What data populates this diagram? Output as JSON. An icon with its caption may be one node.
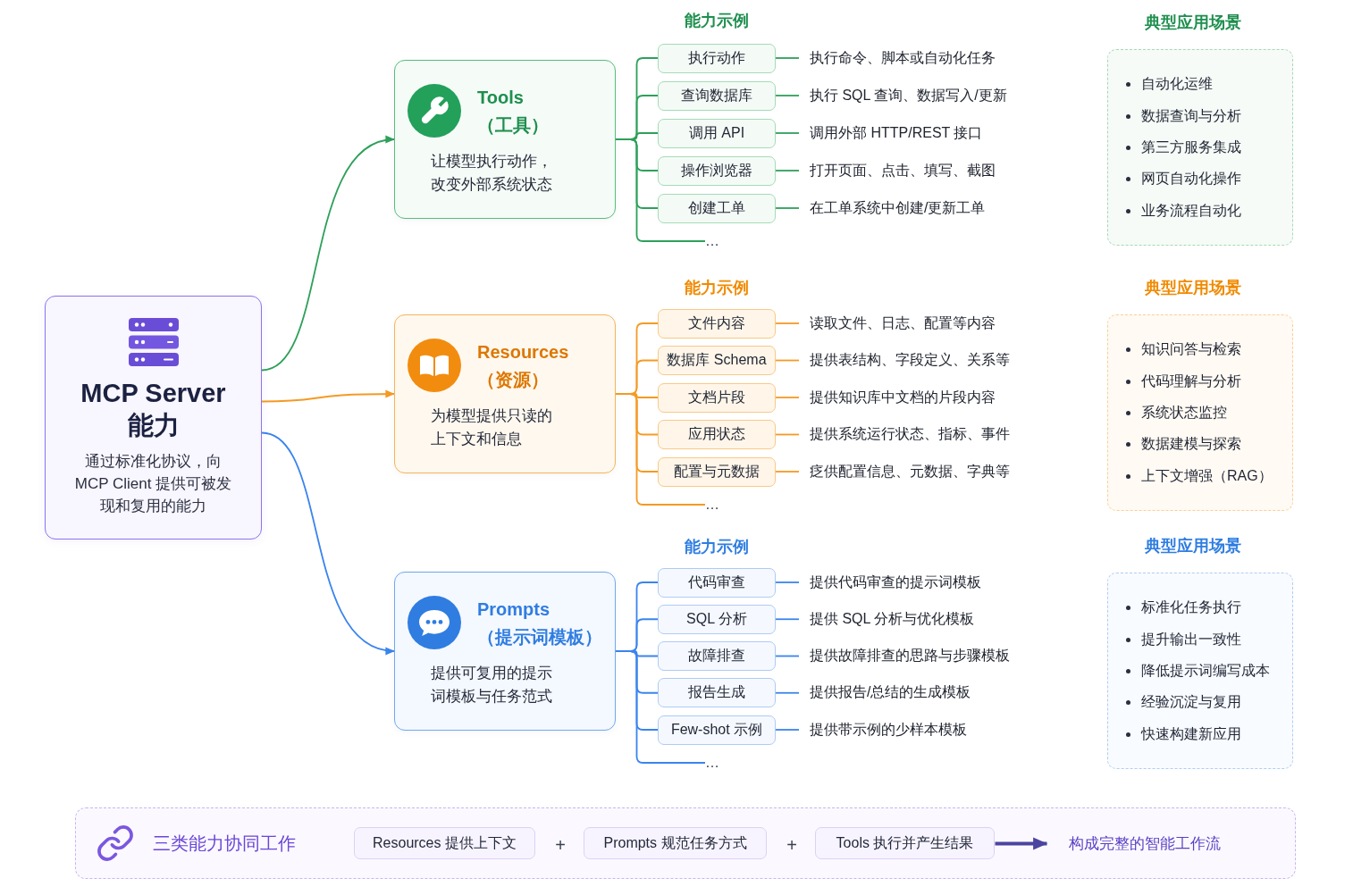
{
  "diagram": {
    "nodes": [
      {
        "text": [
          "MCP Server 能力",
          "通过标准化协议，向 MCP Client 提供可被发现和复用的能力"
        ]
      },
      {
        "text": [
          "Tools（工具）",
          "让模型执行动作，改变外部系统状态"
        ]
      },
      {
        "text": [
          "执行动作"
        ]
      },
      {
        "text": [
          "执行命令、脚本或自动化任务"
        ]
      },
      {
        "text": [
          "查询数据库"
        ]
      },
      {
        "text": [
          "执行 SQL 查询、数据写入/更新"
        ]
      },
      {
        "text": [
          "调用 API"
        ]
      },
      {
        "text": [
          "调用外部 HTTP/REST 接口"
        ]
      },
      {
        "text": [
          "操作浏览器"
        ]
      },
      {
        "text": [
          "打开页面、点击、填写、截图"
        ]
      },
      {
        "text": [
          "创建工单"
        ]
      },
      {
        "text": [
          "在工单系统中创建/更新工单"
        ]
      },
      {
        "text": [
          "…"
        ]
      },
      {
        "text": [
          "典型应用场景",
          "自动化运维",
          "数据查询与分析",
          "第三方服务集成",
          "网页自动化操作",
          "业务流程自动化"
        ]
      },
      {
        "text": [
          "Resources（资源）",
          "为模型提供只读的上下文和信息"
        ]
      },
      {
        "text": [
          "文件内容"
        ]
      },
      {
        "text": [
          "读取文件、日志、配置等内容"
        ]
      },
      {
        "text": [
          "数据库 Schema"
        ]
      },
      {
        "text": [
          "提供表结构、字段定义、关系等"
        ]
      },
      {
        "text": [
          "文档片段"
        ]
      },
      {
        "text": [
          "提供知识库中文档的片段内容"
        ]
      },
      {
        "text": [
          "应用状态"
        ]
      },
      {
        "text": [
          "提供系统运行状态、指标、事件"
        ]
      },
      {
        "text": [
          "配置与元数据"
        ]
      },
      {
        "text": [
          "疺供配置信息、元数据、字典等"
        ]
      },
      {
        "text": [
          "…"
        ]
      },
      {
        "text": [
          "典型应用场景",
          "知识问答与检索",
          "代码理解与分析",
          "系统状态监控",
          "数据建模与探索",
          "上下文增强（RAG）"
        ]
      },
      {
        "text": [
          "Prompts（提示词模板）",
          "提供可复用的提示词模板与任务范式"
        ]
      },
      {
        "text": [
          "代码审查"
        ]
      },
      {
        "text": [
          "提供代码审查的提示词模板"
        ]
      },
      {
        "text": [
          "SQL 分析"
        ]
      },
      {
        "text": [
          "提供 SQL 分析与优化模板"
        ]
      },
      {
        "text": [
          "故障排查"
        ]
      },
      {
        "text": [
          "提供故障排查的思路与步骤模板"
        ]
      },
      {
        "text": [
          "报告生成"
        ]
      },
      {
        "text": [
          "提供报告/总结的生成模板"
        ]
      },
      {
        "text": [
          "Few-shot 示例"
        ]
      },
      {
        "text": [
          "提供带示例的少样本模板"
        ]
      },
      {
        "text": [
          "…"
        ]
      },
      {
        "text": [
          "典型应用场景",
          "标准化任务执行",
          "提升输出一致性",
          "降低提示词编写成本",
          "经验沉淀与复用",
          "快速构建新应用"
        ]
      },
      {
        "text": [
          "三类能力协同工作"
        ]
      },
      {
        "text": [
          "Resources 提供上下文"
        ],
        "in": 40
      },
      {
        "text": [
          "Prompts 规范任务方式"
        ],
        "in": 40
      },
      {
        "text": [
          "Tools 执行并产生结果"
        ],
        "in": 40
      },
      {
        "text": [
          "构成完整的智能工作流"
        ],
        "in": 40
      }
    ],
    "edges": [
      {
        "from": 0,
        "to": 1,
        "arrow": "to",
        "color": "#2ea05a"
      },
      {
        "from": 0,
        "to": 14,
        "arrow": "to",
        "color": "#f59a23"
      },
      {
        "from": 0,
        "to": 27,
        "arrow": "to",
        "color": "#3a84ee"
      },
      {
        "from": 1,
        "to": 2,
        "arrow": "none",
        "color": "#2ea05a"
      },
      {
        "from": 1,
        "to": 4,
        "arrow": "none",
        "color": "#2ea05a"
      },
      {
        "from": 1,
        "to": 6,
        "arrow": "none",
        "color": "#2ea05a"
      },
      {
        "from": 1,
        "to": 8,
        "arrow": "none",
        "color": "#2ea05a"
      },
      {
        "from": 1,
        "to": 10,
        "arrow": "none",
        "color": "#2ea05a"
      },
      {
        "from": 1,
        "to": 12,
        "arrow": "none",
        "color": "#2ea05a"
      },
      {
        "from": 2,
        "to": 3,
        "arrow": "none",
        "color": "#2ea05a"
      },
      {
        "from": 4,
        "to": 5,
        "arrow": "none",
        "color": "#2ea05a"
      },
      {
        "from": 6,
        "to": 7,
        "arrow": "none",
        "color": "#2ea05a"
      },
      {
        "from": 8,
        "to": 9,
        "arrow": "none",
        "color": "#2ea05a"
      },
      {
        "from": 10,
        "to": 11,
        "arrow": "none",
        "color": "#2ea05a"
      },
      {
        "from": 14,
        "to": 15,
        "arrow": "none",
        "color": "#f59a23"
      },
      {
        "from": 14,
        "to": 17,
        "arrow": "none",
        "color": "#f59a23"
      },
      {
        "from": 14,
        "to": 19,
        "arrow": "none",
        "color": "#f59a23"
      },
      {
        "from": 14,
        "to": 21,
        "arrow": "none",
        "color": "#f59a23"
      },
      {
        "from": 14,
        "to": 23,
        "arrow": "none",
        "color": "#f59a23"
      },
      {
        "from": 14,
        "to": 25,
        "arrow": "none",
        "color": "#f59a23"
      },
      {
        "from": 15,
        "to": 16,
        "arrow": "none",
        "color": "#f59a23"
      },
      {
        "from": 17,
        "to": 18,
        "arrow": "none",
        "color": "#f59a23"
      },
      {
        "from": 19,
        "to": 20,
        "arrow": "none",
        "color": "#f59a23"
      },
      {
        "from": 21,
        "to": 22,
        "arrow": "none",
        "color": "#f59a23"
      },
      {
        "from": 23,
        "to": 24,
        "arrow": "none",
        "color": "#f59a23"
      },
      {
        "from": 27,
        "to": 28,
        "arrow": "none",
        "color": "#3a84ee"
      },
      {
        "from": 27,
        "to": 30,
        "arrow": "none",
        "color": "#3a84ee"
      },
      {
        "from": 27,
        "to": 32,
        "arrow": "none",
        "color": "#3a84ee"
      },
      {
        "from": 27,
        "to": 34,
        "arrow": "none",
        "color": "#3a84ee"
      },
      {
        "from": 27,
        "to": 36,
        "arrow": "none",
        "color": "#3a84ee"
      },
      {
        "from": 27,
        "to": 38,
        "arrow": "none",
        "color": "#3a84ee"
      },
      {
        "from": 28,
        "to": 29,
        "arrow": "none",
        "color": "#3a84ee"
      },
      {
        "from": 30,
        "to": 31,
        "arrow": "none",
        "color": "#3a84ee"
      },
      {
        "from": 32,
        "to": 33,
        "arrow": "none",
        "color": "#3a84ee"
      },
      {
        "from": 34,
        "to": 35,
        "arrow": "none",
        "color": "#3a84ee"
      },
      {
        "from": 36,
        "to": 37,
        "arrow": "none",
        "color": "#3a84ee"
      },
      {
        "from": 43,
        "to": 44,
        "arrow": "to",
        "color": "#4b45a0",
        "style": "thick"
      }
    ],
    "labels": [
      "能力示例",
      "能力示例",
      "能力示例",
      "+",
      "+"
    ]
  }
}
